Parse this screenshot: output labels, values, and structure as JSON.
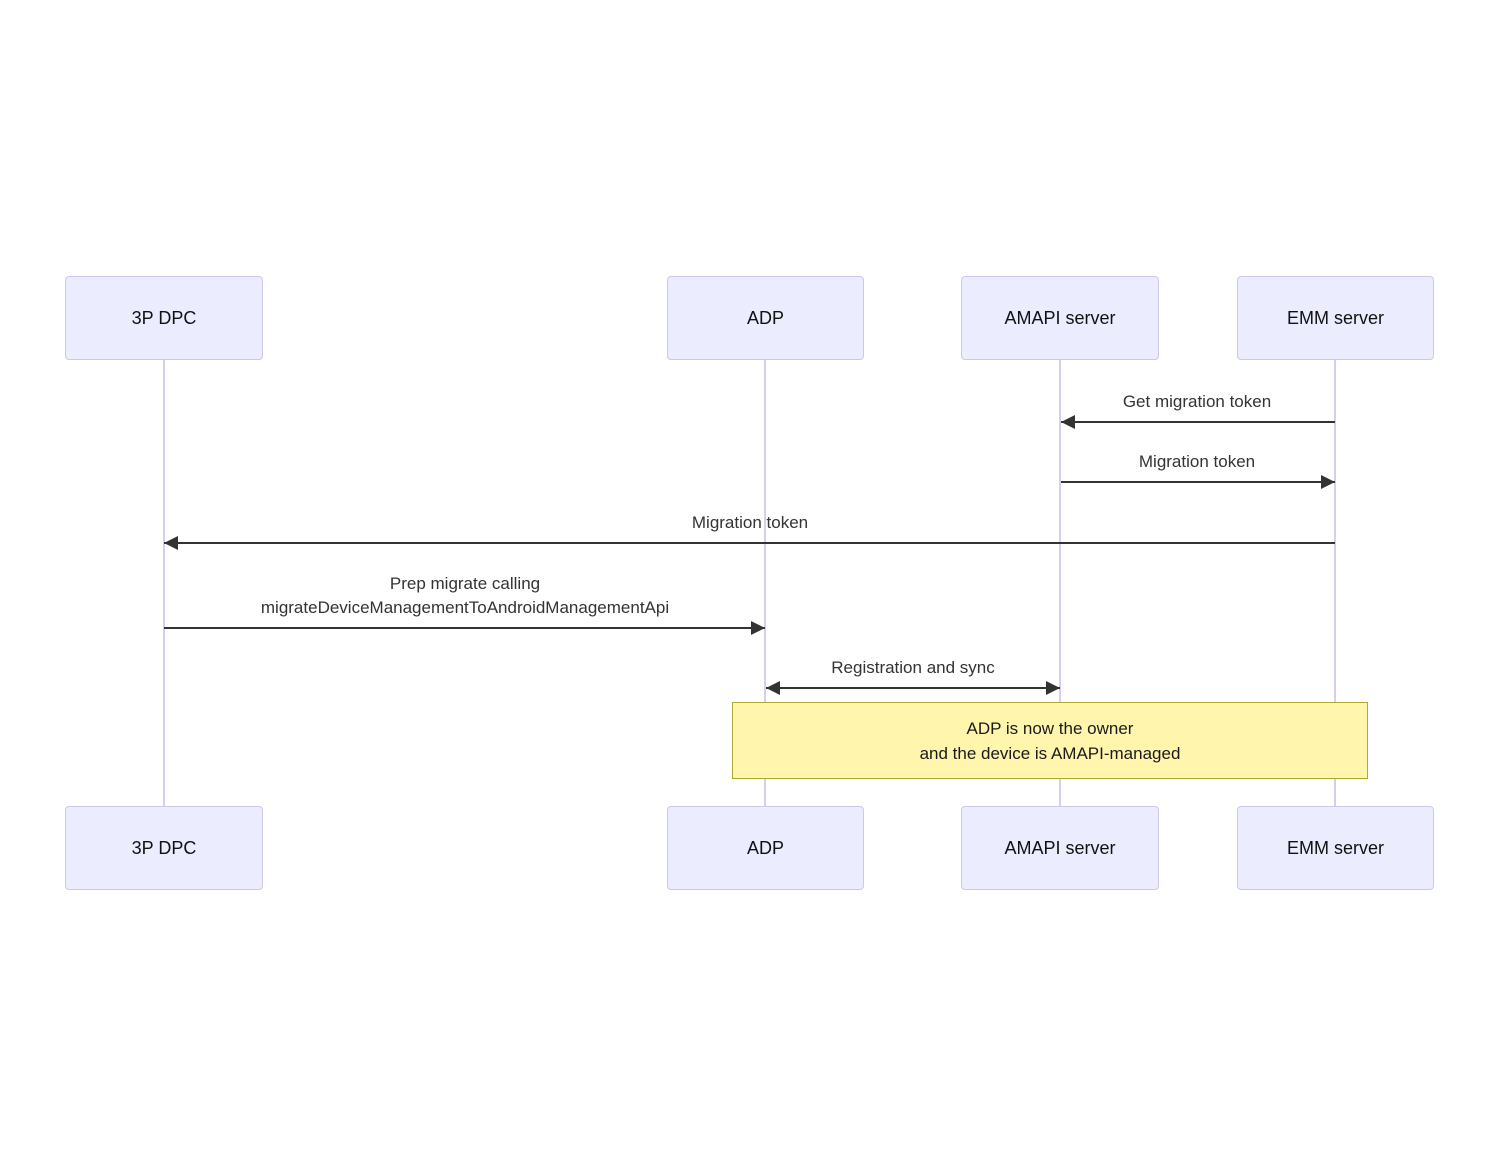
{
  "diagram": {
    "type": "sequence",
    "actors": [
      {
        "label": "3P DPC"
      },
      {
        "label": "ADP"
      },
      {
        "label": "AMAPI server"
      },
      {
        "label": "EMM server"
      }
    ],
    "messages": [
      {
        "label": "Get migration token",
        "from": "EMM server",
        "to": "AMAPI server",
        "arrow": "left"
      },
      {
        "label": "Migration token",
        "from": "AMAPI server",
        "to": "EMM server",
        "arrow": "right"
      },
      {
        "label": "Migration token",
        "from": "EMM server",
        "to": "3P DPC",
        "arrow": "left"
      },
      {
        "label_line1": "Prep migrate calling",
        "label_line2": "migrateDeviceManagementToAndroidManagementApi",
        "from": "3P DPC",
        "to": "ADP",
        "arrow": "right"
      },
      {
        "label": "Registration and sync",
        "from": "ADP",
        "to": "AMAPI server",
        "arrow": "both"
      }
    ],
    "note": {
      "line1": "ADP is now the owner",
      "line2": "and the device is AMAPI-managed",
      "spans": "ADP to EMM server"
    },
    "colors": {
      "actor_fill": "#ECECFF",
      "actor_border": "#cfc6ec",
      "actor_text": "#111111",
      "lifeline": "#d8cdf0",
      "arrow": "#333333",
      "msg_text": "#333333",
      "note_fill": "#fff5ad",
      "note_border": "#aaaa33",
      "note_text": "#1a1a1a"
    }
  }
}
